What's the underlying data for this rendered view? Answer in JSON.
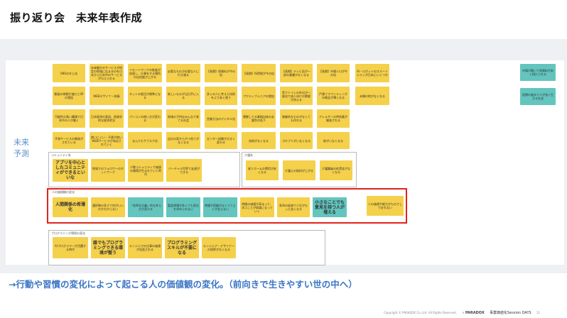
{
  "header": {
    "title": "振り返り会　未来年表作成"
  },
  "side_label": "未来\n予測",
  "caption": "→行動や習慣の変化によって起こる人の価値観の変化。（前向きで生きやすい世の中へ）",
  "groups": [
    {
      "name": "コミュニティ系"
    },
    {
      "name": "介護系"
    },
    {
      "name": "人の価値観の変化"
    },
    {
      "name": "プログラミング環境の変化"
    }
  ],
  "notes": [
    {
      "text": "SNSの炎上化",
      "color": "y"
    },
    {
      "text": "未来働かのサービスが特定の地域に広まるのを日本から日本中のサービスが与えられる",
      "color": "y"
    },
    {
      "text": "リモートワークの推進が加速し、仕事をする場所の自由度が上がる",
      "color": "y"
    },
    {
      "text": "必要なものが必要な人に行き渡る",
      "color": "y"
    },
    {
      "text": "【長期】保険料が今の倍",
      "color": "y",
      "big": true
    },
    {
      "text": "【長期】所得税が今の倍",
      "color": "y",
      "big": true
    },
    {
      "text": "【長期】テレビ局が一部の業種がなくなる",
      "color": "y"
    },
    {
      "text": "【長期】市場人口が今の倍",
      "color": "y"
    },
    {
      "text": "AI・ロボットのスマートシティが日本にいくつか",
      "color": "y"
    },
    {
      "text": "市場が開いて保険料が安く続けられる",
      "color": "t"
    },
    {
      "text": "動画の視聴が進むとSPの増加",
      "color": "y"
    },
    {
      "text": "WEBデザイナー前衛",
      "color": "y"
    },
    {
      "text": "ネットの就活が標準となる",
      "color": "y"
    },
    {
      "text": "新しいものが当日手に入る",
      "color": "y"
    },
    {
      "text": "多くの人に考えた技術をより安く使う",
      "color": "y"
    },
    {
      "text": "アクティブシニアの増加",
      "color": "y"
    },
    {
      "text": "家でトイレの外出が一般化で成人向けの需要が消える",
      "color": "y"
    },
    {
      "text": "戸建てマウンティングの概念が薄くなる",
      "color": "y"
    },
    {
      "text": "未開の地がなくなる",
      "color": "y"
    },
    {
      "text": "医療の進歩で人が長く生きる社会",
      "color": "t"
    },
    {
      "text": "可能性の高い職場で日本中の人が働く",
      "color": "y"
    },
    {
      "text": "日本経済の衰退、地政学的な経済状況",
      "color": "y"
    },
    {
      "text": "パソコンの使い方が変わる",
      "color": "y"
    },
    {
      "text": "地域の子供はみんなで育てる社会",
      "color": "y"
    },
    {
      "text": "営業方法のデジタル化",
      "color": "y"
    },
    {
      "text": "運搬してる業務自体の必要性の低下",
      "color": "y"
    },
    {
      "text": "制御的なものがなくても作れる",
      "color": "y"
    },
    {
      "text": "アレルギーの特効薬が開発される",
      "color": "y"
    },
    {
      "text": "予測サービスの開発がされている",
      "color": "y"
    },
    {
      "text": "使いにくい・不便が使いWEBサービスが淘汰されていく",
      "color": "y"
    },
    {
      "text": "なんでもサブスク化",
      "color": "y"
    },
    {
      "text": "自分の家からポイ捨てがなくなる",
      "color": "y"
    },
    {
      "text": "センター試験が大きく変わる",
      "color": "y"
    },
    {
      "text": "花粉がなくなる",
      "color": "y"
    },
    {
      "text": "ゴキブリがいなくなる",
      "color": "y"
    },
    {
      "text": "蚊がいなくなる",
      "color": "y"
    },
    {
      "text": "アプリを中心としたコミュニティができるといいな",
      "color": "y",
      "big": true
    },
    {
      "text": "地域でのフォロワーのネットワーク",
      "color": "y"
    },
    {
      "text": "少数コミュニティで価値の循環が生まれていく時代",
      "color": "y"
    },
    {
      "text": "バーチャル世界で友達ができる",
      "color": "y"
    },
    {
      "text": "老人ホームの費用が安くなる",
      "color": "y"
    },
    {
      "text": "介護士の給料が上がる",
      "color": "y"
    },
    {
      "text": "介護職員の低賃金がなくなる",
      "color": "y"
    },
    {
      "text": "人間関係の希薄化",
      "color": "y",
      "big": true
    },
    {
      "text": "選択肢の多さで何がいいのかわからない",
      "color": "y"
    },
    {
      "text": "「効率化主義」的な考え方が変わる",
      "color": "t"
    },
    {
      "text": "製造現場が多くても変化を求められない",
      "color": "t"
    },
    {
      "text": "時間や距離がなくて人と人が会えない",
      "color": "t"
    },
    {
      "text": "時間の価値が高まって、学ぶことが娯楽になっていく",
      "color": "y"
    },
    {
      "text": "寿命の延伸で人生がもっと長くなる",
      "color": "y"
    },
    {
      "text": "小さなことでも意見を持つ人が増える",
      "color": "t",
      "big": true
    },
    {
      "text": "人の価値や能力がものさしで計れない",
      "color": "y"
    },
    {
      "text": "AIプログラマーが活躍する時代",
      "color": "y"
    },
    {
      "text": "誰でもプログラミングできる環境が整う",
      "color": "y",
      "big": true
    },
    {
      "text": "エンジニアの仕事の価値が見直される",
      "color": "y"
    },
    {
      "text": "プログラミングスキルが不要になる",
      "color": "y",
      "big": true
    },
    {
      "text": "エンジニア・デザイナーの境界がなくなる",
      "color": "y"
    }
  ],
  "footer": {
    "copyright": "Copyright © PARADOX Co.,Ltd. All Rights Reserved.",
    "brand": "PARADOX",
    "event": "事業価値化Session DAYS",
    "page": "11"
  }
}
